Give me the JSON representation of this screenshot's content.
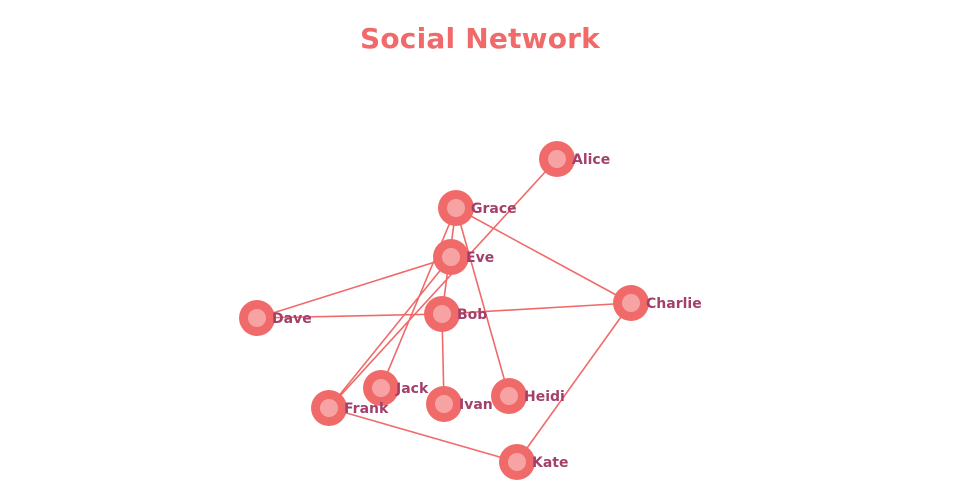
{
  "title": "Social Network",
  "colors": {
    "title": "#f06a6a",
    "edge": "#f06a6a",
    "node_outer": "#f06a6a",
    "node_inner": "#f8a3a3",
    "label": "#a3406a"
  },
  "nodes": [
    {
      "id": "Alice",
      "label": "Alice"
    },
    {
      "id": "Grace",
      "label": "Grace"
    },
    {
      "id": "Eve",
      "label": "Eve"
    },
    {
      "id": "Charlie",
      "label": "Charlie"
    },
    {
      "id": "Dave",
      "label": "Dave"
    },
    {
      "id": "Bob",
      "label": "Bob"
    },
    {
      "id": "Jack",
      "label": "Jack"
    },
    {
      "id": "Ivan",
      "label": "Ivan"
    },
    {
      "id": "Heidi",
      "label": "Heidi"
    },
    {
      "id": "Frank",
      "label": "Frank"
    },
    {
      "id": "Kate",
      "label": "Kate"
    }
  ],
  "edges": [
    {
      "source": "Alice",
      "target": "Frank"
    },
    {
      "source": "Grace",
      "target": "Charlie"
    },
    {
      "source": "Grace",
      "target": "Jack"
    },
    {
      "source": "Grace",
      "target": "Bob"
    },
    {
      "source": "Grace",
      "target": "Heidi"
    },
    {
      "source": "Eve",
      "target": "Dave"
    },
    {
      "source": "Eve",
      "target": "Frank"
    },
    {
      "source": "Dave",
      "target": "Bob"
    },
    {
      "source": "Bob",
      "target": "Charlie"
    },
    {
      "source": "Bob",
      "target": "Ivan"
    },
    {
      "source": "Charlie",
      "target": "Kate"
    },
    {
      "source": "Frank",
      "target": "Kate"
    }
  ]
}
